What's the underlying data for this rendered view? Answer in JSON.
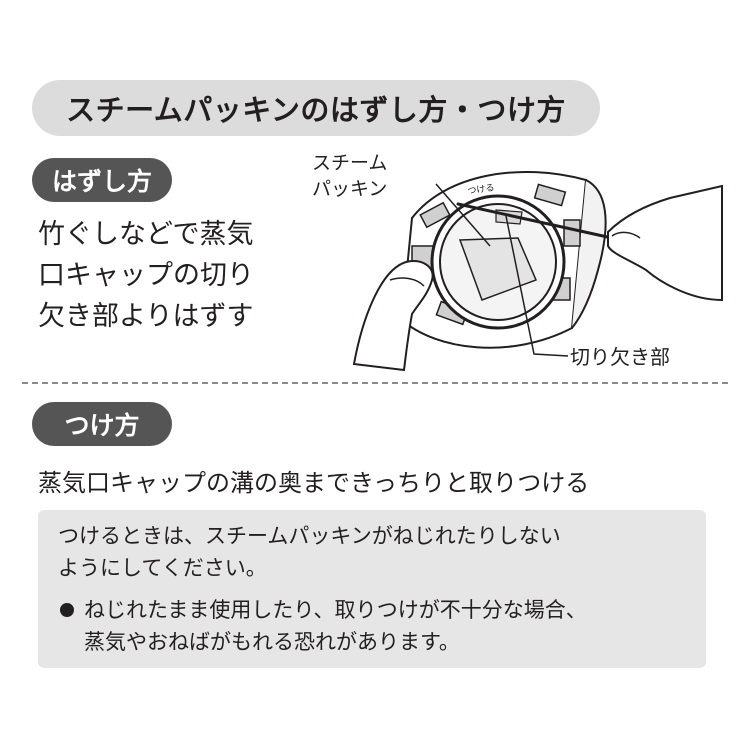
{
  "title": "スチームパッキンのはずし方・つけ方",
  "remove": {
    "heading": "はずし方",
    "lines": [
      "竹ぐしなどで蒸気",
      "口キャップの切り",
      "欠き部よりはずす"
    ],
    "figure": {
      "label_packing_lines": [
        "スチーム",
        "パッキン"
      ],
      "label_notch": "切り欠き部",
      "cap_mark": "つける"
    }
  },
  "attach": {
    "heading": "つけ方",
    "instruction": "蒸気口キャップの溝の奥まできっちりと取りつける",
    "note_lines": [
      "つけるときは、スチームパッキンがねじれたりしない",
      "ようにしてください。"
    ],
    "bullet_lines": [
      "ねじれたまま使用したり、取りつけが不十分な場合、",
      "蒸気やおねばがもれる恐れがあります。"
    ]
  }
}
